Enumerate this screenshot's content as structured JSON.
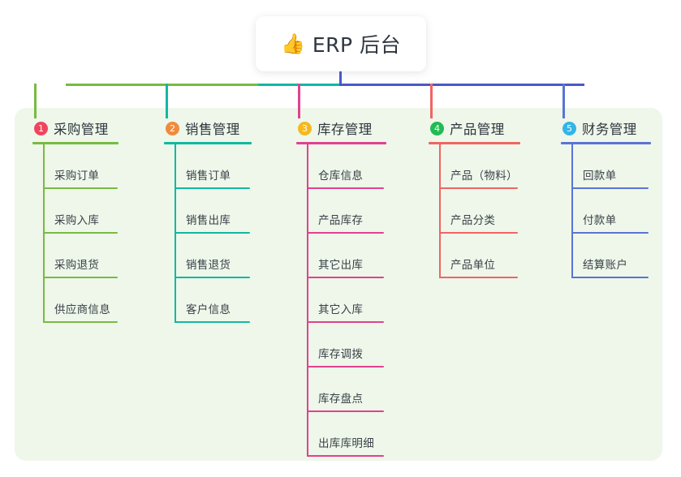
{
  "diagram": {
    "title": "ERP 后台",
    "root": {
      "icon": "thumbs-up-emoji",
      "emoji": "👍",
      "label": "ERP 后台"
    },
    "panel_color": "#eef7ea",
    "root_connector_color": "#4a57c8",
    "columns": [
      {
        "number": "1",
        "label": "采购管理",
        "badge_color": "#f0455e",
        "line_color": "#77bb41",
        "items": [
          "采购订单",
          "采购入库",
          "采购退货",
          "供应商信息"
        ]
      },
      {
        "number": "2",
        "label": "销售管理",
        "badge_color": "#f08a3c",
        "line_color": "#12b8a0",
        "items": [
          "销售订单",
          "销售出库",
          "销售退货",
          "客户信息"
        ]
      },
      {
        "number": "3",
        "label": "库存管理",
        "badge_color": "#f5b820",
        "line_color": "#e2418f",
        "items": [
          "仓库信息",
          "产品库存",
          "其它出库",
          "其它入库",
          "库存调拨",
          "库存盘点",
          "出库库明细"
        ]
      },
      {
        "number": "4",
        "label": "产品管理",
        "badge_color": "#22bb55",
        "line_color": "#f06464",
        "items": [
          "产品（物料）",
          "产品分类",
          "产品单位"
        ]
      },
      {
        "number": "5",
        "label": "财务管理",
        "badge_color": "#33b5e8",
        "line_color": "#5a74d4",
        "items": [
          "回款单",
          "付款单",
          "结算账户"
        ]
      }
    ]
  }
}
